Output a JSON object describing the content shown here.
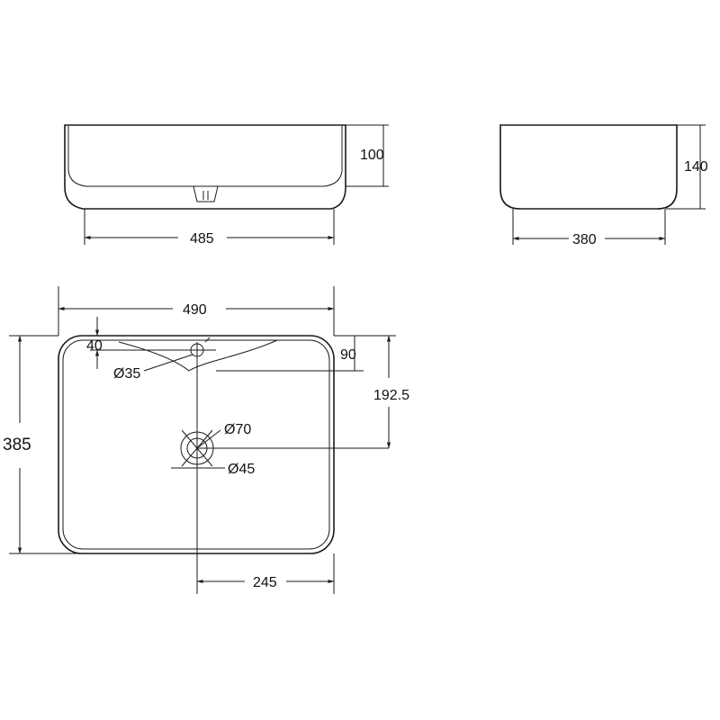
{
  "front_view": {
    "width_label": "485",
    "height_label": "100"
  },
  "side_view": {
    "width_label": "380",
    "height_label": "140"
  },
  "top_view": {
    "overall_width_label": "490",
    "overall_depth_label": "385",
    "tap_offset_label": "40",
    "tap_hole_label": "Ø35",
    "tap_depth_label": "90",
    "drain_depth_label": "192.5",
    "drain_outer_label": "Ø70",
    "drain_inner_label": "Ø45",
    "drain_center_label": "245"
  }
}
